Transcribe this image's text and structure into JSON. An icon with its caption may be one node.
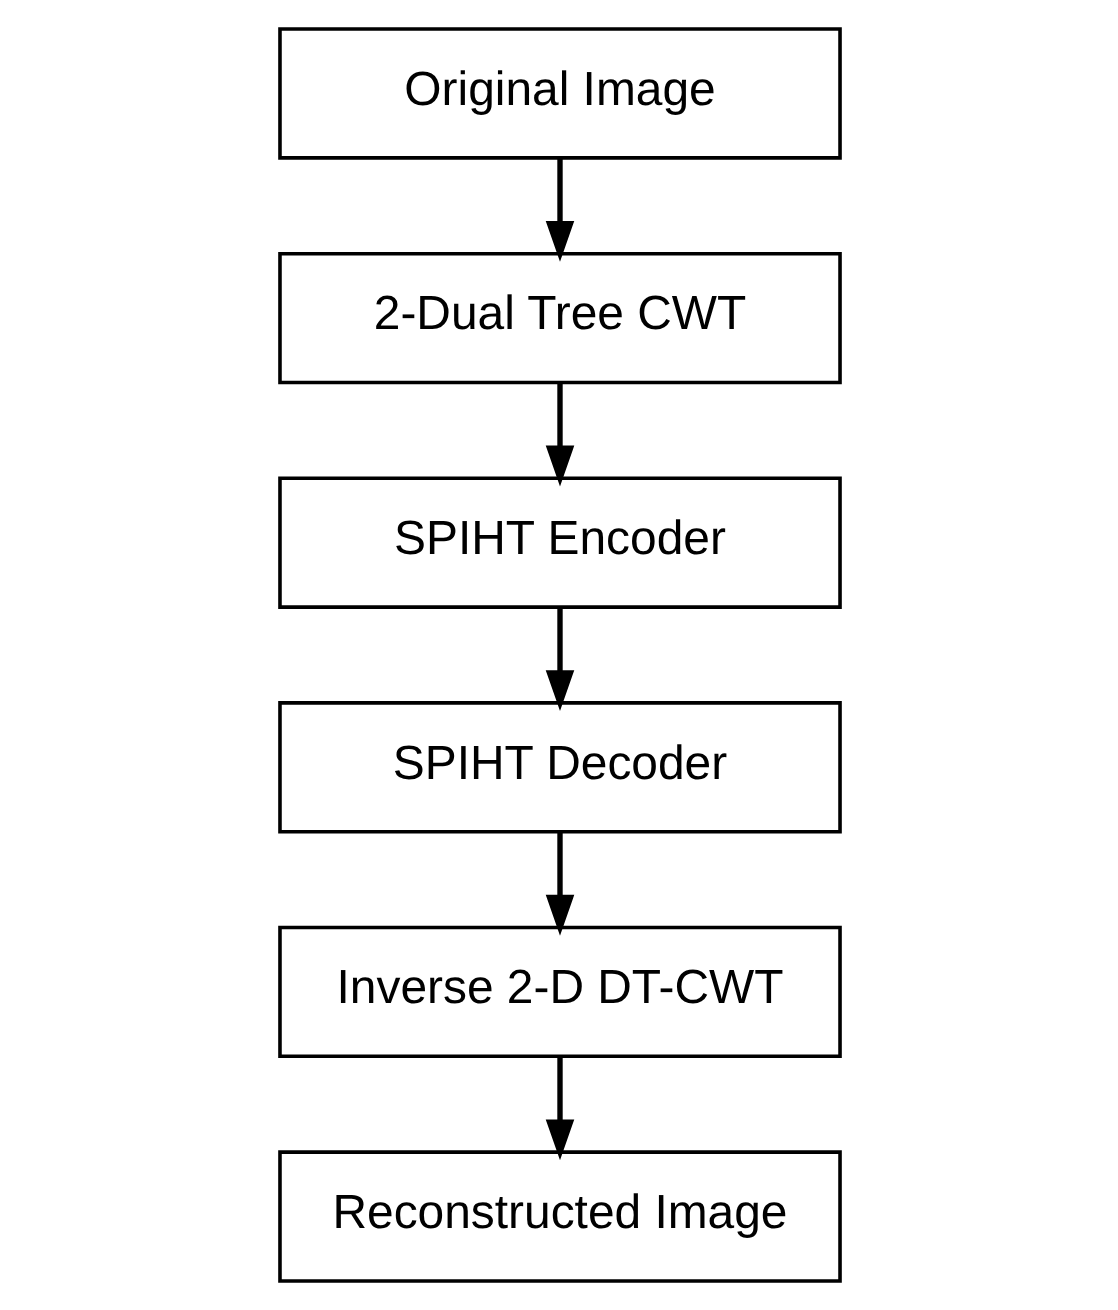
{
  "diagram": {
    "nodes": [
      {
        "text": [
          "Original Image"
        ]
      },
      {
        "text": [
          "2-Dual Tree CWT"
        ]
      },
      {
        "text": [
          "SPIHT Encoder"
        ]
      },
      {
        "text": [
          "SPIHT Decoder"
        ]
      },
      {
        "text": [
          "Inverse 2-D DT-CWT"
        ]
      },
      {
        "text": [
          "Reconstructed Image"
        ]
      }
    ],
    "edges": [
      {
        "from": 0,
        "to": 1,
        "arrow": "to"
      },
      {
        "from": 1,
        "to": 2,
        "arrow": "to"
      },
      {
        "from": 2,
        "to": 3,
        "arrow": "to"
      },
      {
        "from": 3,
        "to": 4,
        "arrow": "to"
      },
      {
        "from": 4,
        "to": 5,
        "arrow": "to"
      }
    ]
  }
}
